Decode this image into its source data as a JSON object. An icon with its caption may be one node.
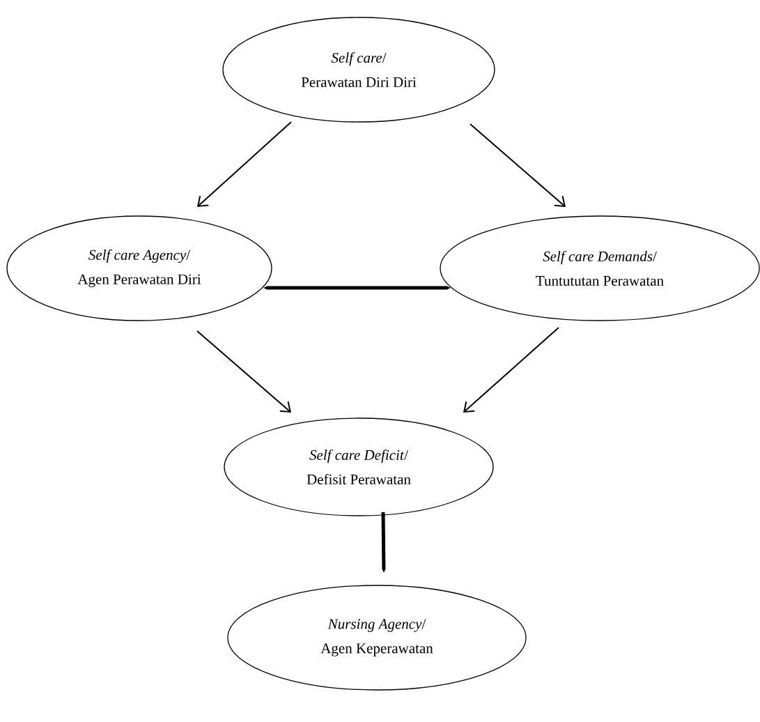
{
  "diagram": {
    "nodes": [
      {
        "text": [
          "*Self care*/",
          "Perawatan Diri Diri"
        ]
      },
      {
        "text": [
          "*Self care Agency*/",
          "Agen Perawatan Diri"
        ]
      },
      {
        "text": [
          "*Self care Demands*/",
          "Tuntututan Perawatan"
        ]
      },
      {
        "text": [
          "*Self care Deficit*/",
          "Defisit Perawatan"
        ]
      },
      {
        "text": [
          "*Nursing Agency*/",
          "Agen Keperawatan"
        ]
      }
    ],
    "edges": [
      {
        "from": 0,
        "to": 1,
        "arrow": "to"
      },
      {
        "from": 0,
        "to": 2,
        "arrow": "to"
      },
      {
        "from": 1,
        "to": 2,
        "arrow": "both",
        "style": "thick"
      },
      {
        "from": 1,
        "to": 3,
        "arrow": "to"
      },
      {
        "from": 2,
        "to": 3,
        "arrow": "to"
      },
      {
        "from": 3,
        "to": 4,
        "arrow": "to",
        "style": "thick"
      }
    ]
  }
}
